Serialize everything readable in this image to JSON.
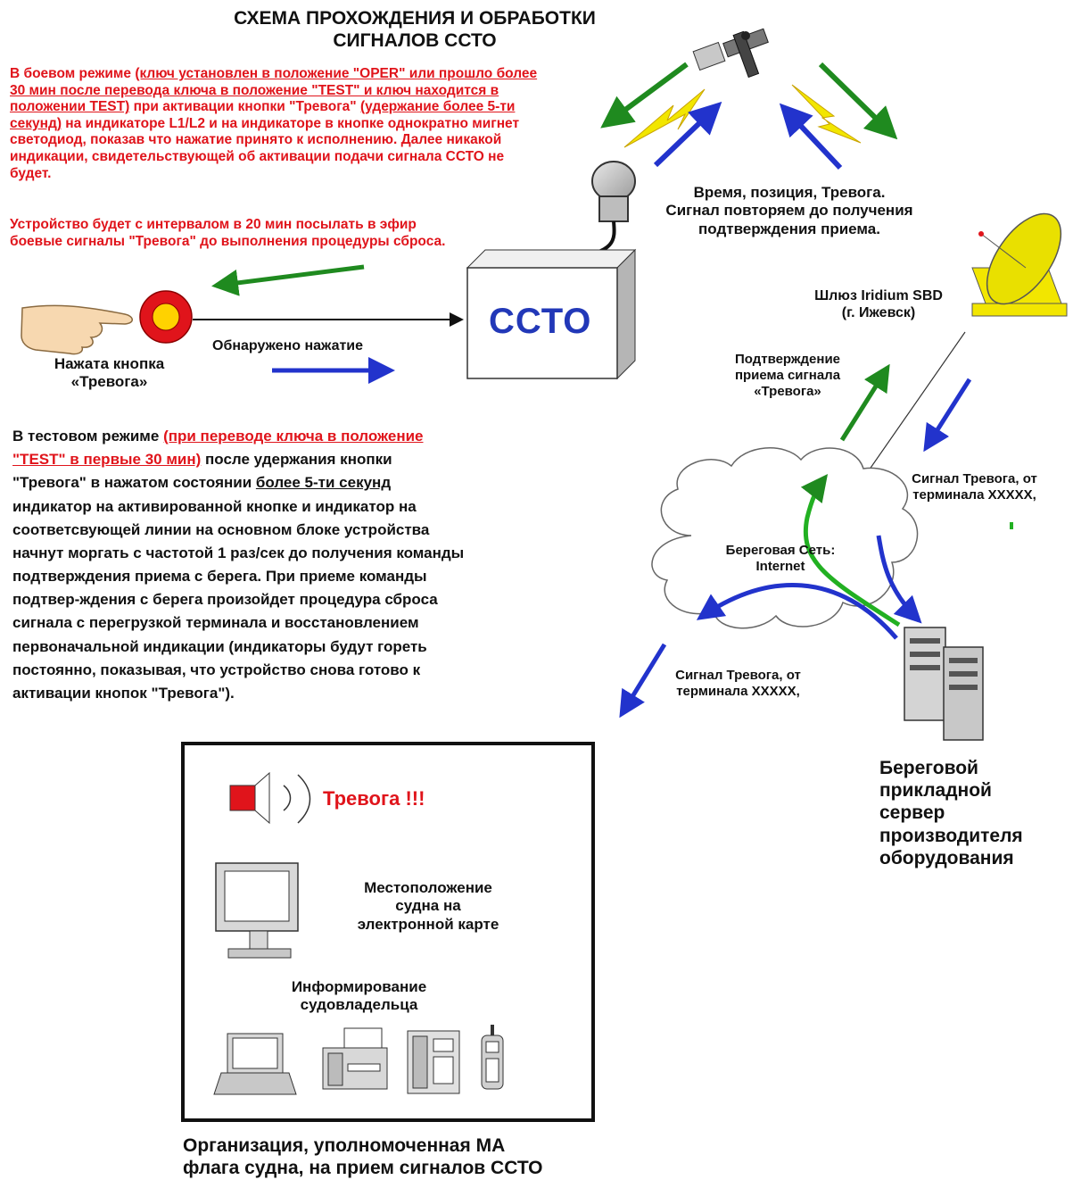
{
  "title": "СХЕМА ПРОХОЖДЕНИЯ И ОБРАБОТКИ\nСИГНАЛОВ ССТО",
  "combat_mode": {
    "p1_pre": "В боевом режиме ",
    "p1_underlined": "(ключ установлен в положение \"OPER\" или прошло более 30 мин после перевода ключа в положение \"TEST\" и ключ находится в положении TEST)",
    "p1_mid": " при активации кнопки \"Тревога\" ",
    "p1_underlined2": "(удержание более 5-ти секунд)",
    "p1_post": "  на индикаторе L1/L2 и на индикаторе в кнопке однократно мигнет светодиод, показав что нажатие принято к исполнению. Далее никакой индикации, свидетельствующей об активации подачи сигнала ССТО не будет.",
    "p2": "Устройство будет с интервалом в 20  мин посылать в эфир боевые сигналы \"Тревога\" до выполнения процедуры сброса."
  },
  "test_mode": {
    "pre": "В тестовом режиме ",
    "underlined1": "(при переводе ключа в положение \"TEST\" в первые 30 мин)",
    "mid1": " после удержания кнопки \"Тревога\" в нажатом состоянии ",
    "underlined2": "более 5-ти секунд",
    "rest": " индикатор на активированной кнопке и индикатор на  соответсвующей линии на основном блоке устройства начнут моргать с частотой 1 раз/сек до получения команды подтверждения приема с берега. При приеме  команды  подтвер-ждения    с берега произойдет процедура сброса сигнала с перегрузкой терминала и восстановлением первоначальной индикации (индикаторы будут гореть постоянно, показывая, что устройство снова готово к активации кнопок \"Тревога\")."
  },
  "labels": {
    "ssto": "ССТО",
    "button_pressed": "Нажата кнопка\n«Тревога»",
    "press_detected": "Обнаружено нажатие",
    "time_position": "Время, позиция, Тревога.\nСигнал повторяем до получения\nподтверждения приема.",
    "gateway": "Шлюз Iridium SBD\n(г. Ижевск)",
    "confirmation": "Подтверждение\nприема сигнала\n«Тревога»",
    "alarm_signal_right": "Сигнал Тревога,  от\nтерминала XXXXX,",
    "coastal_network": "Береговая Сеть:\nInternet",
    "alarm_signal_left": "Сигнал Тревога,  от\nтерминала XXXXX,",
    "coastal_server": "Береговой\nприкладной\nсервер\nпроизводителя\nоборудования",
    "alarm": "Тревога !!!",
    "ship_location": "Местоположение\nсудна на\nэлектронной карте",
    "owner_informing": "Информирование\nсудовладельца",
    "organization": "Организация, уполномоченная МА\nфлага судна, на прием сигналов ССТО"
  },
  "colors": {
    "red_text": "#e0141b",
    "green_arrow": "#1f8a1f",
    "blue_arrow": "#2233cc",
    "ssto_text": "#2238b8",
    "gateway_dish": "#f2e600"
  },
  "icons": [
    "satellite-icon",
    "lightning-icon",
    "gps-antenna-icon",
    "hand-icon",
    "alarm-button-icon",
    "dish-antenna-icon",
    "cloud-icon",
    "server-icon",
    "siren-icon",
    "monitor-icon",
    "laptop-icon",
    "fax-icon",
    "phone-icon",
    "mobile-phone-icon"
  ]
}
